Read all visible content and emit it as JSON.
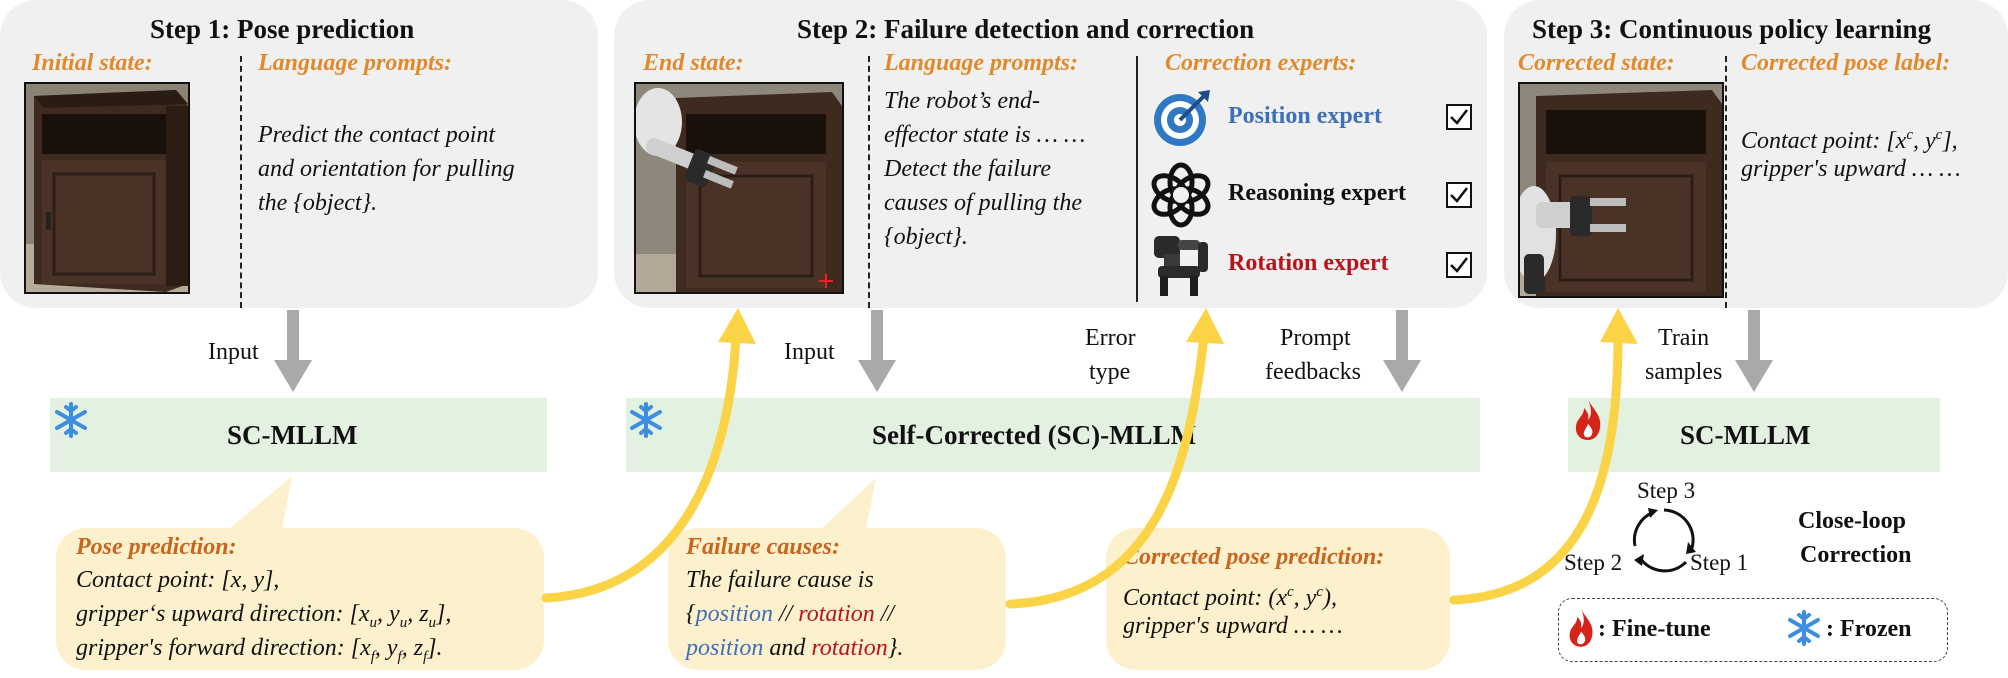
{
  "step1": {
    "title": "Step 1: Pose prediction",
    "image_label": "Initial state:",
    "prompt_label": "Language prompts:",
    "prompt_lines": [
      "Predict the contact point",
      "and orientation for pulling",
      "the {object}."
    ]
  },
  "step2": {
    "title": "Step 2: Failure detection and correction",
    "image_label": "End state:",
    "prompt_label": "Language prompts:",
    "prompt_lines": [
      "The robot’s end-",
      "effector state is … …",
      "Detect the failure",
      "causes of pulling the",
      "{object}."
    ],
    "experts_label": "Correction experts:",
    "experts": [
      {
        "name": "Position expert",
        "color": "#3f6fb8",
        "icon": "target-icon"
      },
      {
        "name": "Reasoning expert",
        "color": "#111111",
        "icon": "openai-logo-icon"
      },
      {
        "name": "Rotation expert",
        "color": "#b8141c",
        "icon": "robot-gripper-icon"
      }
    ]
  },
  "step3": {
    "title": "Step 3: Continuous policy learning",
    "image_label": "Corrected state:",
    "prompt_label": "Corrected pose label:",
    "label_line1_prefix": "Contact point: [x",
    "label_line1_sup1": "c",
    "label_line1_mid": ", y",
    "label_line1_sup2": "c",
    "label_line1_end": "],",
    "label_line2": "gripper's upward … …"
  },
  "bars": {
    "left": "SC-MLLM",
    "middle": "Self-Corrected (SC)-MLLM",
    "right": "SC-MLLM"
  },
  "flow_labels": {
    "input1": "Input",
    "input2": "Input",
    "error_type_1": "Error",
    "error_type_2": "type",
    "prompt_feedbacks_1": "Prompt",
    "prompt_feedbacks_2": "feedbacks",
    "train_samples_1": "Train",
    "train_samples_2": "samples"
  },
  "bubbles": {
    "pose": {
      "title": "Pose prediction:",
      "line1": "Contact point: [x, y],",
      "line2_prefix": "gripper‘s upward direction: [x",
      "line2_s1": "u",
      "line2_s2": "u",
      "line2_s3": "u",
      "line3_prefix": "gripper's forward direction: [x",
      "line3_s1": "f",
      "line3_s2": "f",
      "line3_s3": "f"
    },
    "failure": {
      "title": "Failure causes:",
      "line1": "The failure cause is",
      "position": "position",
      "rotation": "rotation",
      "and": "and",
      "sep": "//"
    },
    "corrected": {
      "title": "Corrected pose prediction:",
      "line1_prefix": "Contact point: (x",
      "line1_sup1": "c",
      "line1_mid": ", y",
      "line1_sup2": "c",
      "line1_end": "),",
      "line2": "gripper's upward … …"
    }
  },
  "loop": {
    "step1": "Step 1",
    "step2": "Step 2",
    "step3": "Step 3",
    "title_1": "Close-loop",
    "title_2": "Correction"
  },
  "legend": {
    "finetune": ":  Fine-tune",
    "frozen": ":  Frozen"
  },
  "colors": {
    "panel_bg": "#f0f0f0",
    "bar_green": "#e3f1e1",
    "bubble_yellow": "#fdf0cc",
    "arrow_gray": "#a9a9a9",
    "arrow_yellow": "#fbd347",
    "label_orange": "#e08a2e",
    "bubble_title": "#c8651e",
    "position_blue": "#3f6fb8",
    "rotation_red": "#b8141c",
    "snowflake_blue": "#3d8ee0",
    "fire_red": "#d6231a"
  }
}
